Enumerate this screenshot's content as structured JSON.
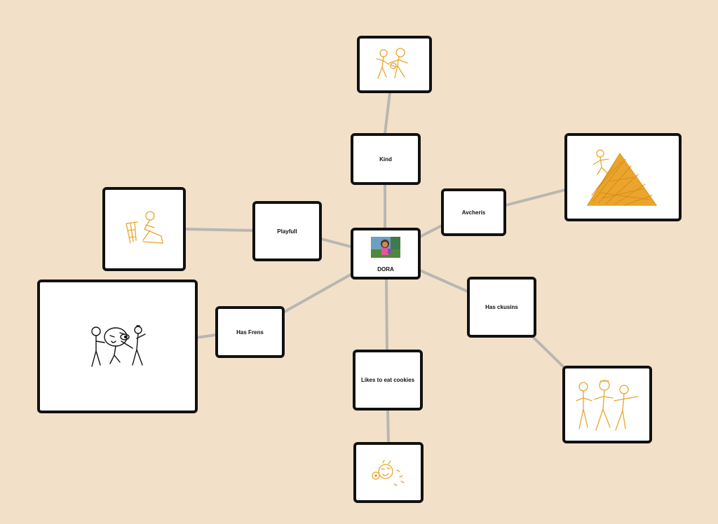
{
  "canvas": {
    "background": "#f2e1c8",
    "edge_color": "#b9b6b2",
    "drawing_color": "#e8a530"
  },
  "nodes": {
    "center": {
      "label": "DORA",
      "image": "dora-photo"
    },
    "kind": {
      "label": "Kind"
    },
    "playfull": {
      "label": "Playfull"
    },
    "avcheris": {
      "label": "Avcheris"
    },
    "has_frens": {
      "label": "Has Frens"
    },
    "has_ckusins": {
      "label": "Has ckusins"
    },
    "likes_cookies": {
      "label": "Likes to eat cookies"
    }
  },
  "drawings": {
    "kind": "orange stick figures hugging",
    "playfull": "orange figure playing",
    "avcheris": "orange figure climbing a scribbled mountain",
    "has_frens": "black stick-figure friends",
    "has_ckusins": "three orange stick-figure cousins",
    "likes_cookies": "orange figure eating a cookie"
  }
}
